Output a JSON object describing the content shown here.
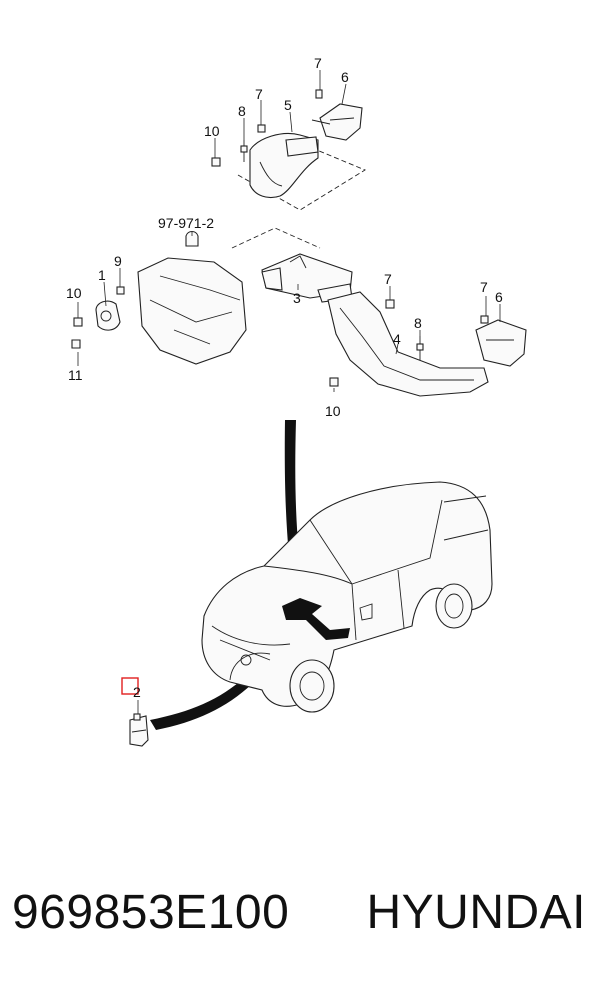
{
  "callouts": {
    "c7a": "7",
    "c6a": "6",
    "c7b": "7",
    "c5": "5",
    "c8a": "8",
    "c10a": "10",
    "ref": "97-971-2",
    "c9": "9",
    "c1": "1",
    "c10b": "10",
    "c11": "11",
    "c3": "3",
    "c7c": "7",
    "c8b": "8",
    "c4": "4",
    "c10c": "10",
    "c7d": "7",
    "c6b": "6",
    "c2": "2"
  },
  "highlight_color": "#e02020",
  "caption": {
    "part_number": "969853E100",
    "brand": "HYUNDAI"
  }
}
